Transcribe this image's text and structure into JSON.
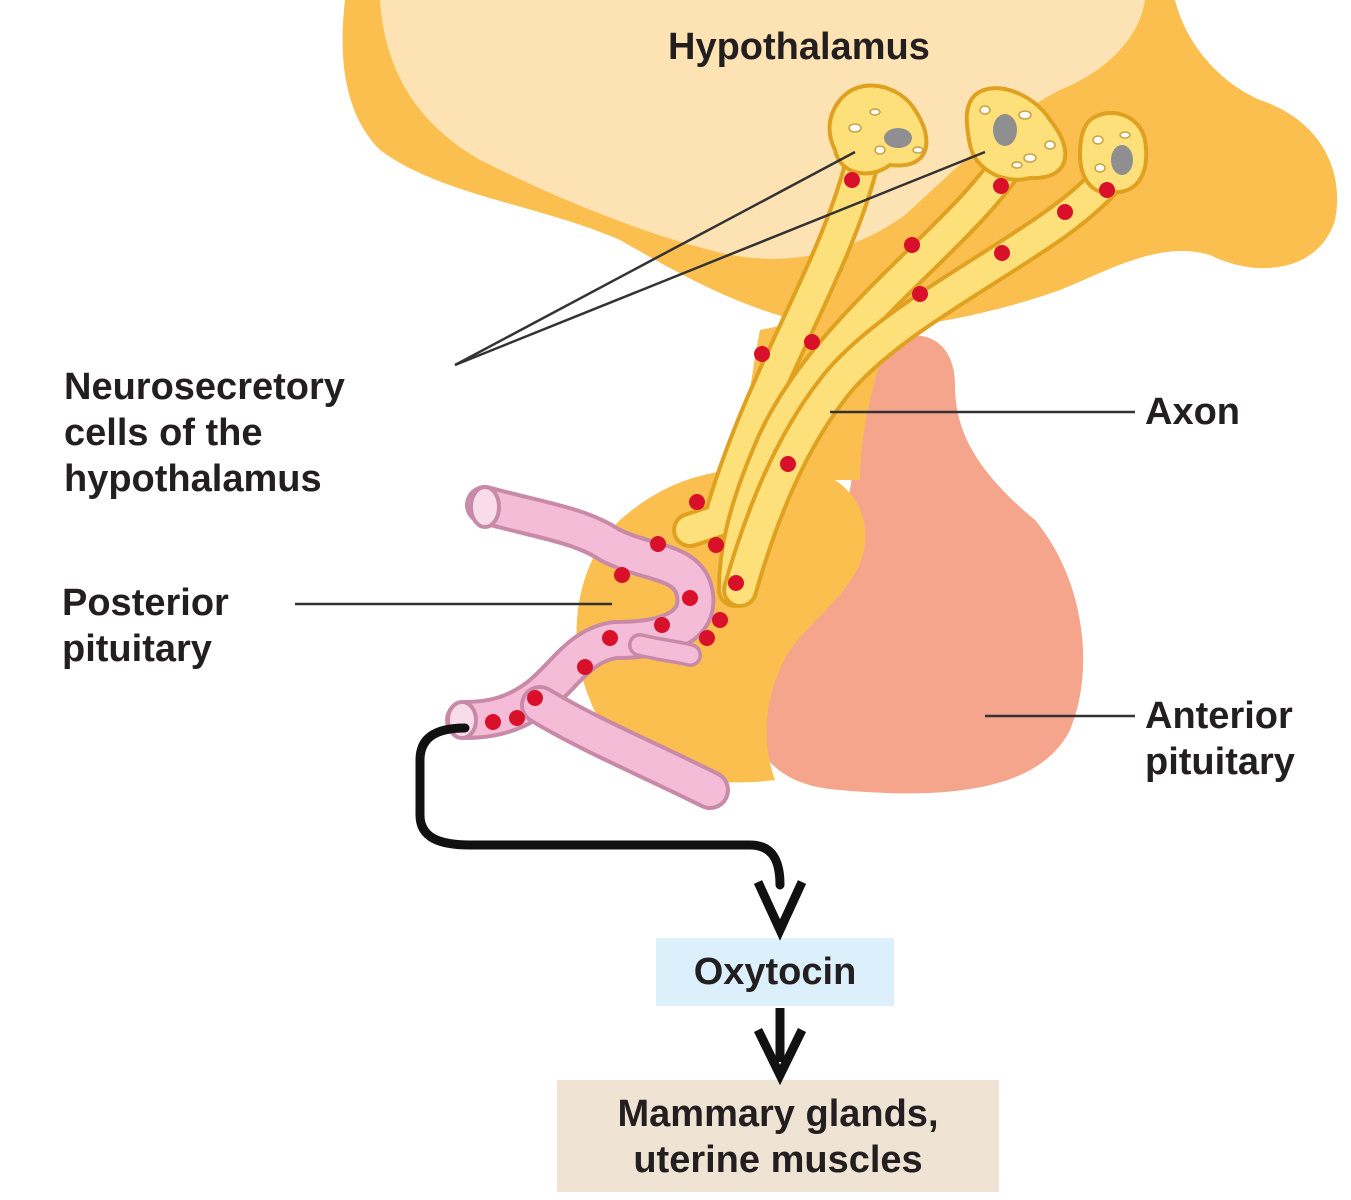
{
  "labels": {
    "hypothalamus": "Hypothalamus",
    "neurosecretory": [
      "Neurosecretory",
      "cells of the",
      "hypothalamus"
    ],
    "axon": "Axon",
    "posterior_pituitary": [
      "Posterior",
      "pituitary"
    ],
    "anterior_pituitary": [
      "Anterior",
      "pituitary"
    ],
    "hormone": "Oxytocin",
    "targets": [
      "Mammary glands,",
      "uterine muscles"
    ]
  },
  "colors": {
    "hypothalamus_tissue": "#fbbf4f",
    "hypothalamus_inner": "#fde3b4",
    "neuron": "#fde07a",
    "neuron_outline": "#e0a020",
    "anterior_pituitary": "#f4a58c",
    "blood_vessel": "#f4bcd6",
    "hormone_granule": "#d9102a",
    "oxytocin_box": "#dcf0fb",
    "target_box": "#efe3d4",
    "arrow": "#111111"
  }
}
